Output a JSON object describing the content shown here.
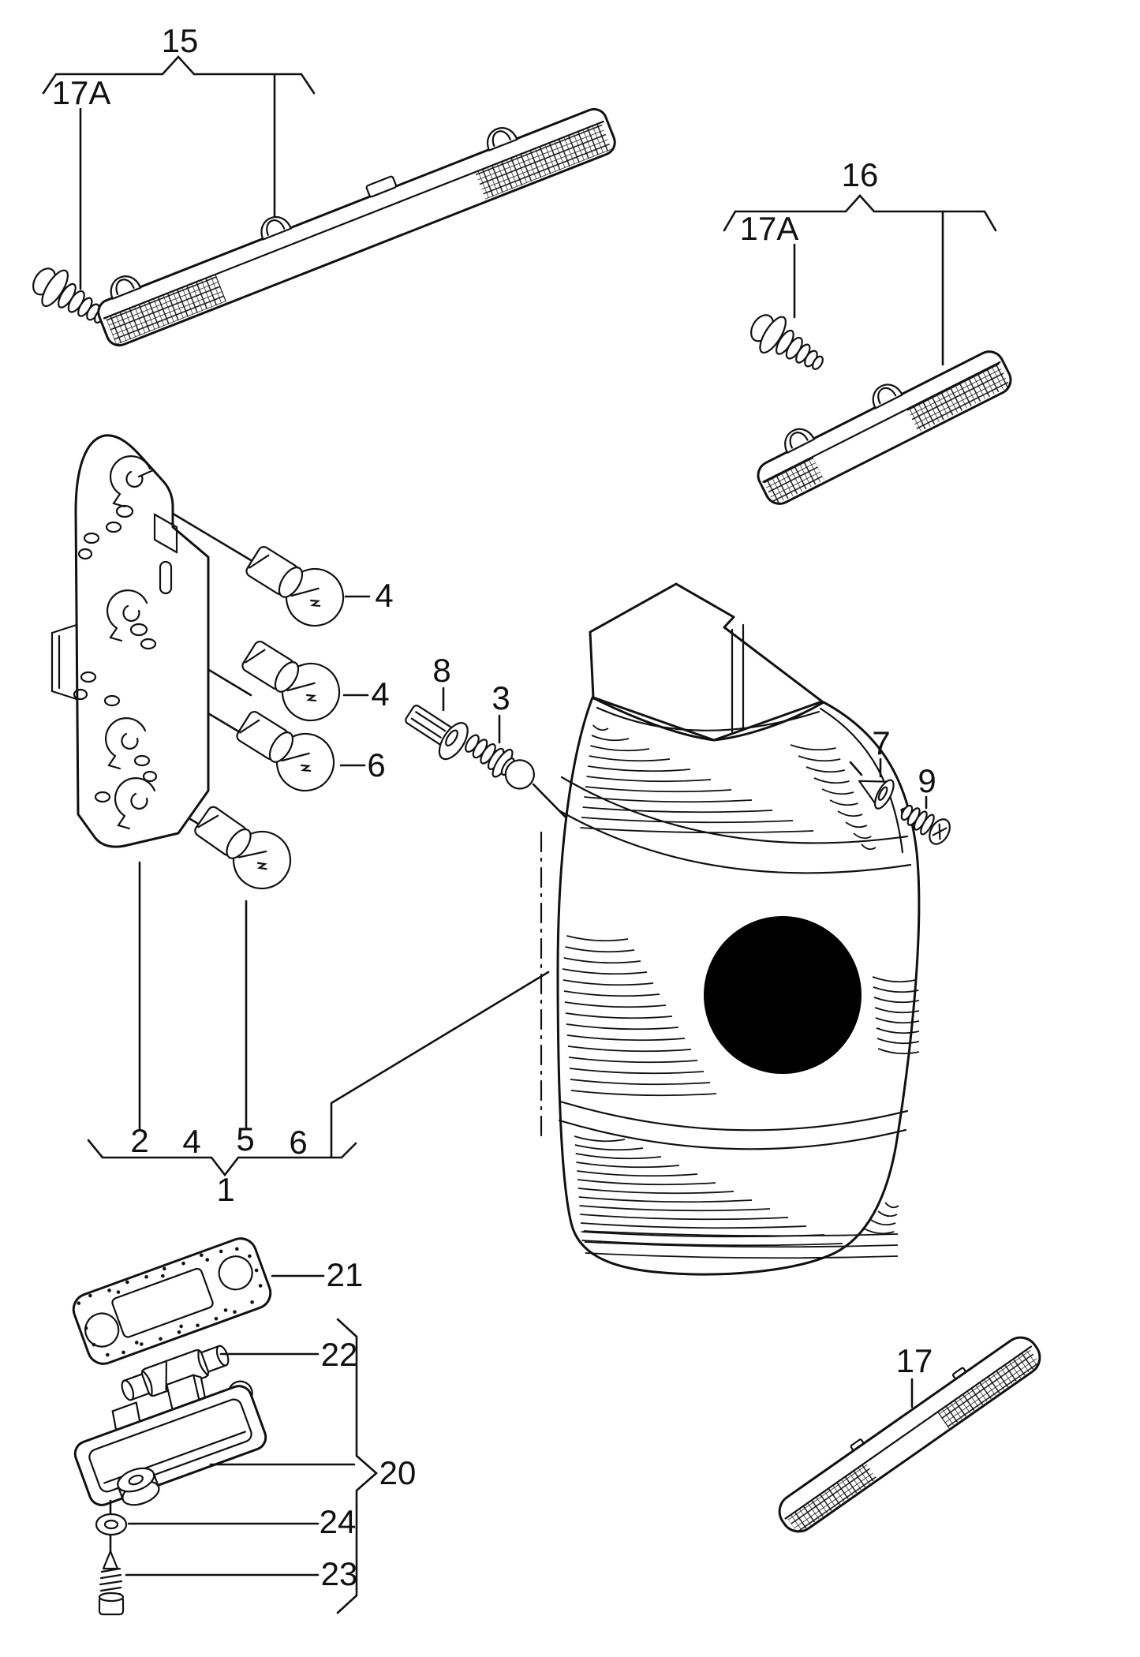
{
  "diagram": {
    "colors": {
      "line": "#111111",
      "background": "#ffffff",
      "blackout": "#000000"
    },
    "callouts": {
      "g15": "15",
      "g15_screw": "17A",
      "g16": "16",
      "g16_screw": "17A",
      "bulb1": "4",
      "bulb2": "4",
      "bulb3": "6",
      "spacer8": "8",
      "screw3": "3",
      "grommet7": "7",
      "screw9": "9",
      "h2": "2",
      "h4": "4",
      "h5": "5",
      "h6": "6",
      "group1": "1",
      "gasket21": "21",
      "bulb22": "22",
      "group20": "20",
      "washer24": "24",
      "screw23": "23",
      "strip17": "17"
    }
  }
}
